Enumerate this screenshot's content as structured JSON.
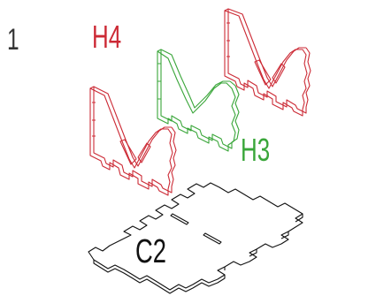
{
  "step": {
    "number": "1"
  },
  "parts": [
    {
      "id": "h4",
      "label": "H4",
      "color": "#cc2a35"
    },
    {
      "id": "h3",
      "label": "H3",
      "color": "#3aa63a"
    },
    {
      "id": "c2",
      "label": "C2",
      "color": "#111111"
    }
  ]
}
